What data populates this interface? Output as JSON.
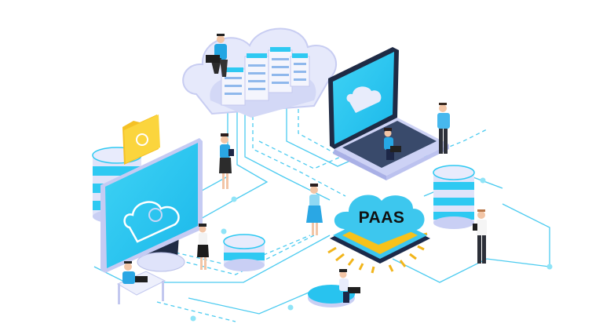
{
  "illustration": {
    "title": "PAAS",
    "description": "Isometric Platform-as-a-Service network illustration",
    "colors": {
      "accent_cyan": "#22c4ee",
      "light_cyan": "#8fe4f7",
      "lavender": "#dfe3fa",
      "lavender_dark": "#b9bfe8",
      "chip_yellow": "#f7c21a",
      "chip_navy": "#1b2a4a",
      "folder_yellow": "#f5c125",
      "line_blue": "#4ccbf0"
    },
    "elements": [
      {
        "name": "cloud-server-rack",
        "label": "Cloud with servers"
      },
      {
        "name": "laptop",
        "label": "Laptop with cloud sync screen"
      },
      {
        "name": "monitor",
        "label": "Desktop monitor with cloud sync"
      },
      {
        "name": "database-left",
        "label": "Database"
      },
      {
        "name": "database-right",
        "label": "Database"
      },
      {
        "name": "database-small",
        "label": "Database"
      },
      {
        "name": "folder",
        "label": "Sync folder"
      },
      {
        "name": "paas-chip",
        "label": "PAAS"
      },
      {
        "name": "platform-disc",
        "label": "Platform disc"
      }
    ],
    "people_count": 9
  }
}
